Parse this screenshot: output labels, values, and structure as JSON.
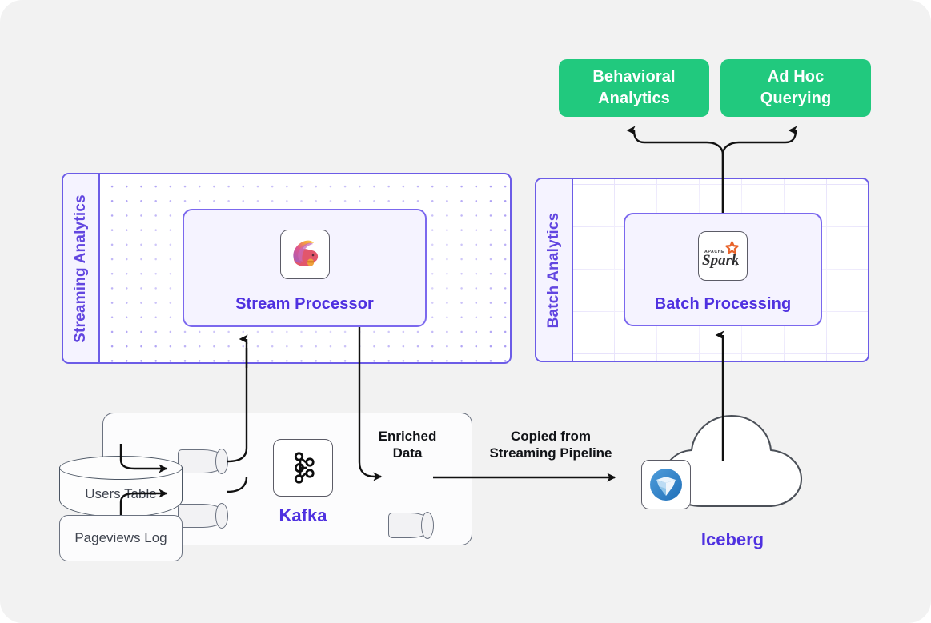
{
  "canvas": {
    "background": "#f2f2f2",
    "accent_purple": "#4f31e0",
    "panel_border_purple": "#6c5ce7",
    "accent_green": "#21c97e",
    "line_color": "#111111"
  },
  "outcomes": [
    {
      "label_line1": "Behavioral",
      "label_line2": "Analytics",
      "name": "behavioral-analytics"
    },
    {
      "label_line1": "Ad Hoc",
      "label_line2": "Querying",
      "name": "ad-hoc-querying"
    }
  ],
  "streaming_group": {
    "title": "Streaming Analytics",
    "node": {
      "label": "Stream Processor",
      "icon": "apache-flink-squirrel-icon"
    }
  },
  "batch_group": {
    "title": "Batch Analytics",
    "node": {
      "label": "Batch Processing",
      "icon": "apache-spark-icon"
    }
  },
  "kafka": {
    "label": "Kafka",
    "icon": "apache-kafka-icon",
    "topics": [
      {
        "name": "users-topic"
      },
      {
        "name": "pageviews-topic"
      }
    ],
    "enriched": {
      "label_line1": "Enriched",
      "label_line2": "Data",
      "name": "enriched-data-topic"
    }
  },
  "sources": [
    {
      "label": "Users Table",
      "shape": "database-cylinder",
      "name": "users-table"
    },
    {
      "label": "Pageviews Log",
      "shape": "rounded-rect",
      "name": "pageviews-log"
    }
  ],
  "lake": {
    "label": "Iceberg",
    "icon": "apache-iceberg-icon",
    "shape": "cloud"
  },
  "edges": [
    {
      "name": "copied-from-streaming-pipeline",
      "label_line1": "Copied from",
      "label_line2": "Streaming Pipeline"
    }
  ]
}
